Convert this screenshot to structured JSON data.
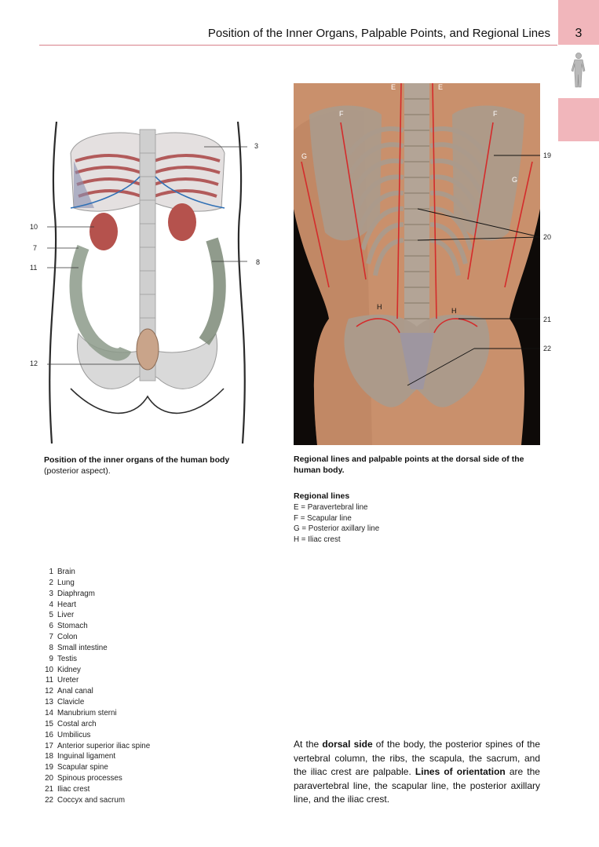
{
  "header": {
    "title": "Position of the Inner Organs, Palpable Points, and Regional Lines",
    "page_number": "3"
  },
  "left_figure": {
    "labels": {
      "l3": "3",
      "l10": "10",
      "l7": "7",
      "l11": "11",
      "l8": "8",
      "l12": "12"
    },
    "caption_bold": "Position of the inner organs of the human body",
    "caption_rest": "(posterior aspect)."
  },
  "right_figure": {
    "line_labels": {
      "e": "E",
      "f": "F",
      "g": "G",
      "h": "H"
    },
    "point_labels": {
      "p19": "19",
      "p20": "20",
      "p21": "21",
      "p22": "22"
    },
    "caption": "Regional lines and palpable points at the dorsal side of the human body."
  },
  "legend": [
    {
      "num": "1",
      "text": "Brain"
    },
    {
      "num": "2",
      "text": "Lung"
    },
    {
      "num": "3",
      "text": "Diaphragm"
    },
    {
      "num": "4",
      "text": "Heart"
    },
    {
      "num": "5",
      "text": "Liver"
    },
    {
      "num": "6",
      "text": "Stomach"
    },
    {
      "num": "7",
      "text": "Colon"
    },
    {
      "num": "8",
      "text": "Small intestine"
    },
    {
      "num": "9",
      "text": "Testis"
    },
    {
      "num": "10",
      "text": "Kidney"
    },
    {
      "num": "11",
      "text": "Ureter"
    },
    {
      "num": "12",
      "text": "Anal canal"
    },
    {
      "num": "13",
      "text": "Clavicle"
    },
    {
      "num": "14",
      "text": "Manubrium sterni"
    },
    {
      "num": "15",
      "text": "Costal arch"
    },
    {
      "num": "16",
      "text": "Umbilicus"
    },
    {
      "num": "17",
      "text": "Anterior superior iliac spine"
    },
    {
      "num": "18",
      "text": "Inguinal ligament"
    },
    {
      "num": "19",
      "text": "Scapular spine"
    },
    {
      "num": "20",
      "text": "Spinous processes"
    },
    {
      "num": "21",
      "text": "Iliac crest"
    },
    {
      "num": "22",
      "text": "Coccyx and sacrum"
    }
  ],
  "regional_lines": {
    "heading": "Regional lines",
    "items": [
      "E = Paravertebral line",
      "F = Scapular line",
      "G = Posterior axillary line",
      "H = Iliac crest"
    ]
  },
  "paragraph": {
    "t1": "At the ",
    "b1": "dorsal side",
    "t2": " of the body, the posterior spines of the vertebral column, the ribs, the scapula, the sacrum, and the iliac crest are palpable. ",
    "b2": "Lines of orientation",
    "t3": " are the paravertebral line, the scapular line, the posterior axillary line, and the iliac crest."
  },
  "colors": {
    "accent_rule": "#d8818a",
    "tab_pink": "#f1b6bb",
    "regional_line_red": "#d42b2b"
  }
}
